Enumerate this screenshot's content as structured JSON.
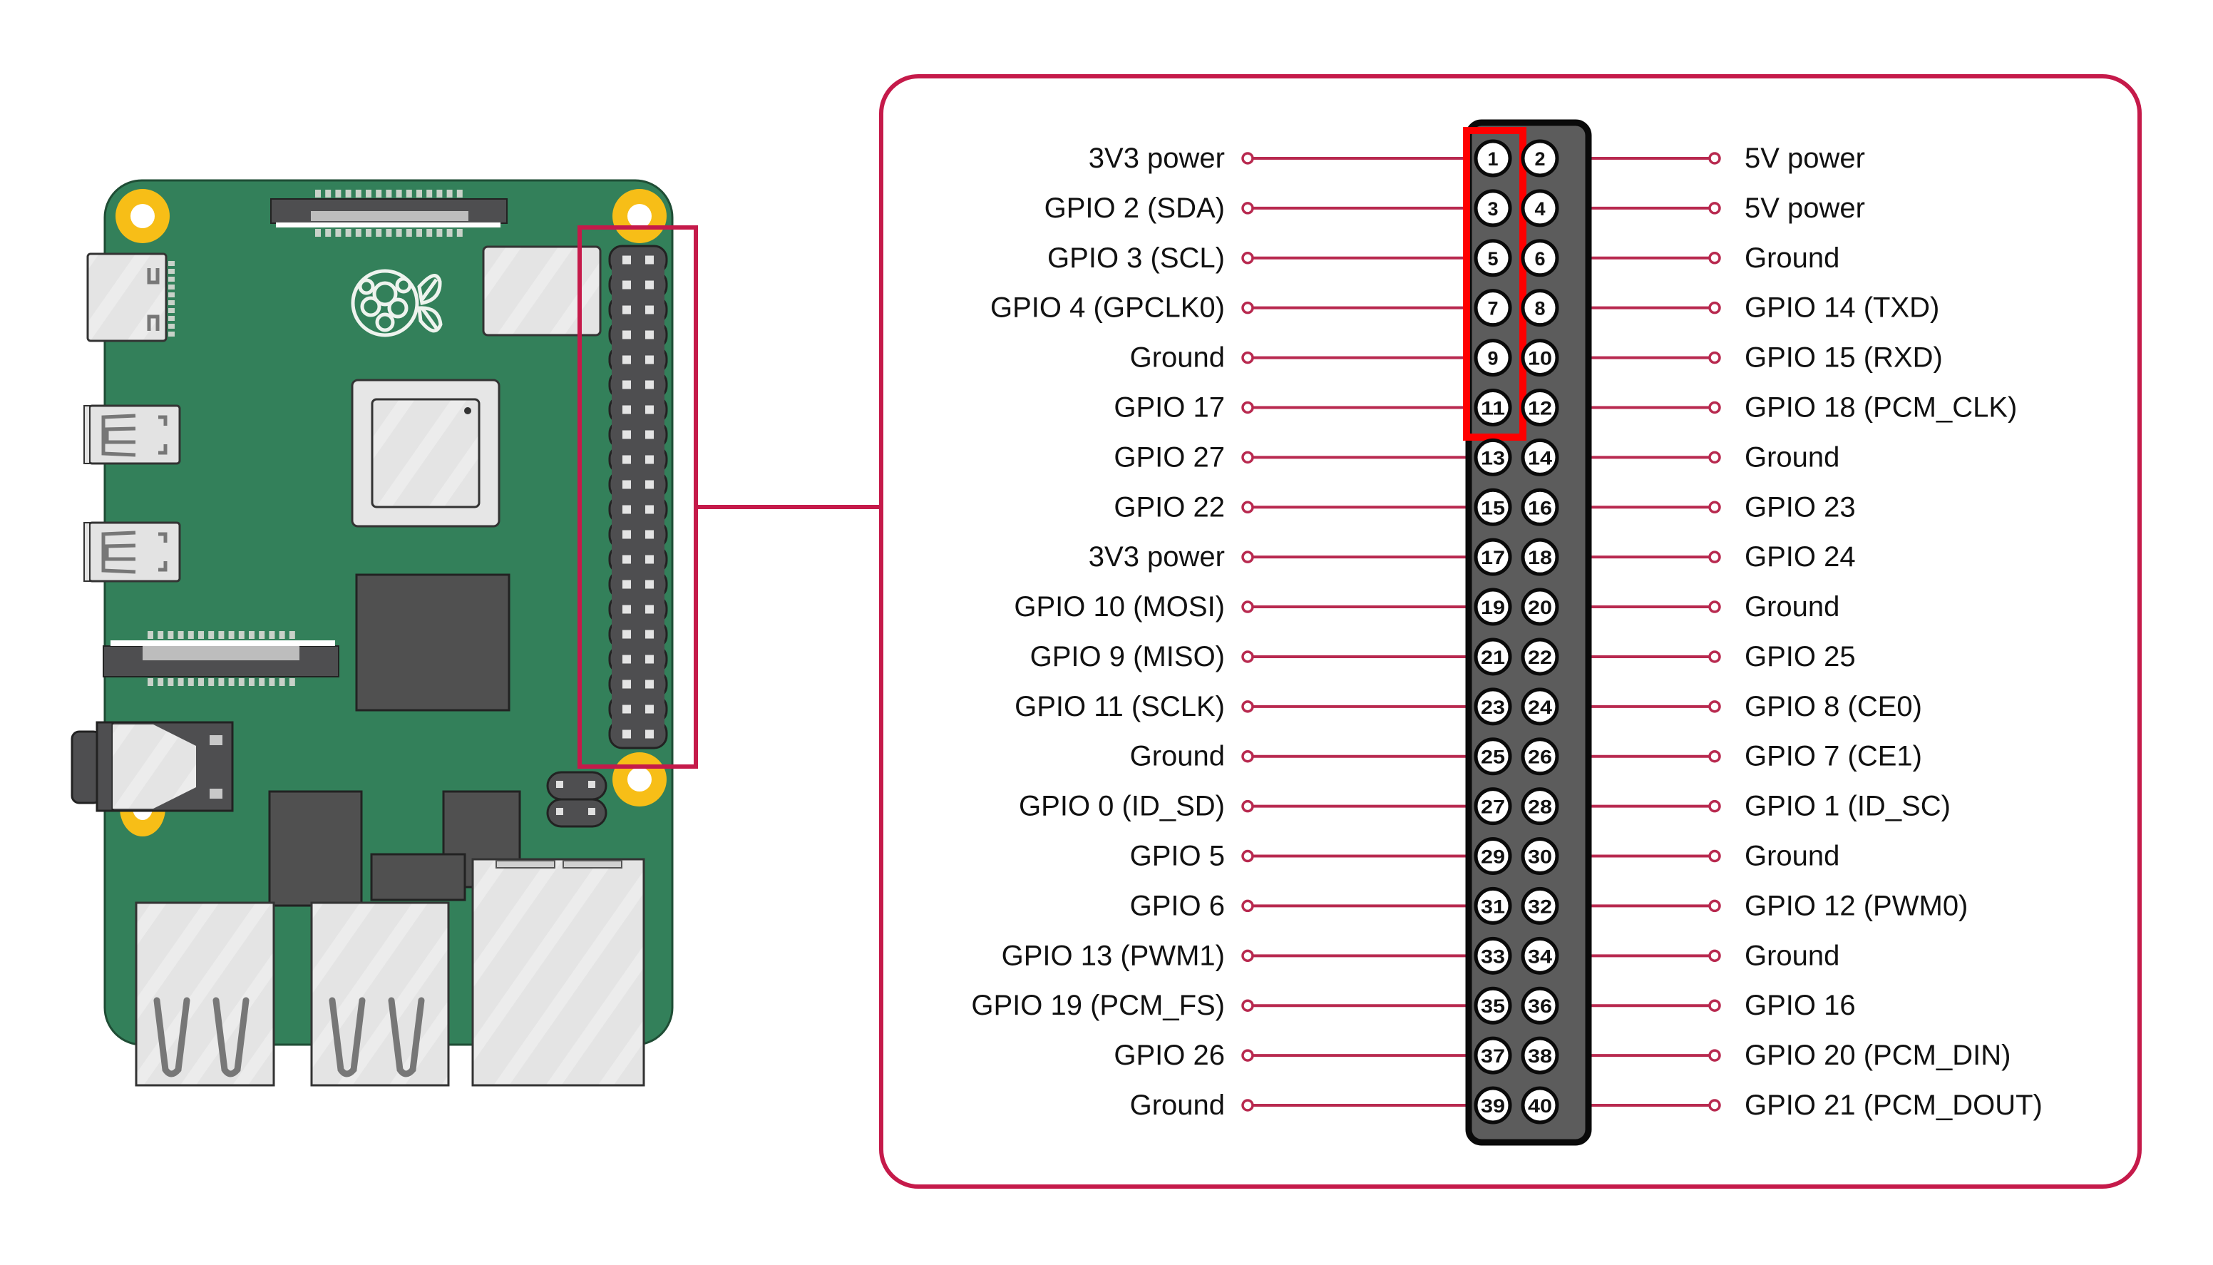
{
  "title": "Raspberry Pi 40-pin GPIO header pinout",
  "colors": {
    "frame": "#c51a4a",
    "lead_line": "#b8294f",
    "highlight": "#ff0000",
    "board_green": "#33805a",
    "header_body": "#5a5a5a",
    "mounting_hole": "#f7be17",
    "chip": "#505050",
    "port_metal": "#e6e6e6"
  },
  "board": {
    "name": "Raspberry Pi board",
    "components": [
      "camera-connector",
      "raspberry-logo",
      "wireless-module",
      "soc",
      "ram",
      "usb-c-power",
      "micro-hdmi-0",
      "micro-hdmi-1",
      "display-connector",
      "audio-jack",
      "gpio-header",
      "poe-header",
      "usb-port-1",
      "usb-port-2",
      "ethernet-port"
    ]
  },
  "highlight": {
    "board_region": "gpio-header",
    "pins": [
      1,
      3,
      5,
      7,
      9,
      11
    ]
  },
  "pins": [
    {
      "left_num": 1,
      "left_label": "3V3 power",
      "right_num": 2,
      "right_label": "5V power"
    },
    {
      "left_num": 3,
      "left_label": "GPIO 2 (SDA)",
      "right_num": 4,
      "right_label": "5V power"
    },
    {
      "left_num": 5,
      "left_label": "GPIO 3 (SCL)",
      "right_num": 6,
      "right_label": "Ground"
    },
    {
      "left_num": 7,
      "left_label": "GPIO 4 (GPCLK0)",
      "right_num": 8,
      "right_label": "GPIO 14 (TXD)"
    },
    {
      "left_num": 9,
      "left_label": "Ground",
      "right_num": 10,
      "right_label": "GPIO 15 (RXD)"
    },
    {
      "left_num": 11,
      "left_label": "GPIO 17",
      "right_num": 12,
      "right_label": "GPIO 18 (PCM_CLK)"
    },
    {
      "left_num": 13,
      "left_label": "GPIO 27",
      "right_num": 14,
      "right_label": "Ground"
    },
    {
      "left_num": 15,
      "left_label": "GPIO 22",
      "right_num": 16,
      "right_label": "GPIO 23"
    },
    {
      "left_num": 17,
      "left_label": "3V3 power",
      "right_num": 18,
      "right_label": "GPIO 24"
    },
    {
      "left_num": 19,
      "left_label": "GPIO 10 (MOSI)",
      "right_num": 20,
      "right_label": "Ground"
    },
    {
      "left_num": 21,
      "left_label": "GPIO 9 (MISO)",
      "right_num": 22,
      "right_label": "GPIO 25"
    },
    {
      "left_num": 23,
      "left_label": "GPIO 11 (SCLK)",
      "right_num": 24,
      "right_label": "GPIO 8 (CE0)"
    },
    {
      "left_num": 25,
      "left_label": "Ground",
      "right_num": 26,
      "right_label": "GPIO 7 (CE1)"
    },
    {
      "left_num": 27,
      "left_label": "GPIO 0 (ID_SD)",
      "right_num": 28,
      "right_label": "GPIO 1 (ID_SC)"
    },
    {
      "left_num": 29,
      "left_label": "GPIO 5",
      "right_num": 30,
      "right_label": "Ground"
    },
    {
      "left_num": 31,
      "left_label": "GPIO 6",
      "right_num": 32,
      "right_label": "GPIO 12 (PWM0)"
    },
    {
      "left_num": 33,
      "left_label": "GPIO 13 (PWM1)",
      "right_num": 34,
      "right_label": "Ground"
    },
    {
      "left_num": 35,
      "left_label": "GPIO 19 (PCM_FS)",
      "right_num": 36,
      "right_label": "GPIO 16"
    },
    {
      "left_num": 37,
      "left_label": "GPIO 26",
      "right_num": 38,
      "right_label": "GPIO 20 (PCM_DIN)"
    },
    {
      "left_num": 39,
      "left_label": "Ground",
      "right_num": 40,
      "right_label": "GPIO 21 (PCM_DOUT)"
    }
  ]
}
